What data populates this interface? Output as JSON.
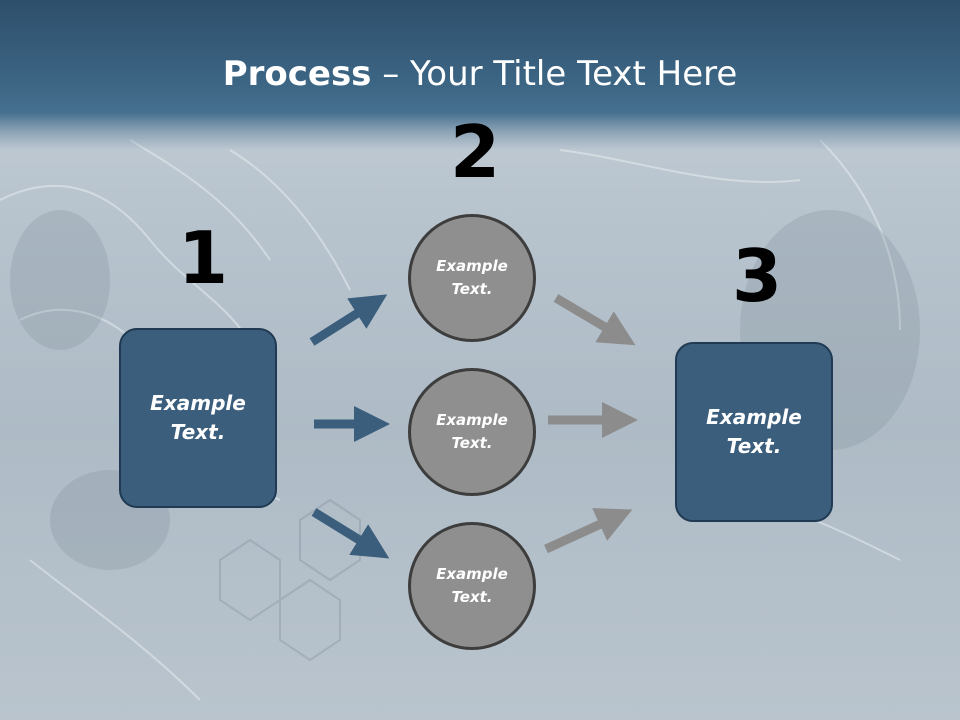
{
  "title": {
    "bold": "Process",
    "rest": " – Your Title Text Here"
  },
  "steps": [
    {
      "number": "1",
      "label": "Example Text."
    },
    {
      "number": "2",
      "items": [
        "Example Text.",
        "Example Text.",
        "Example Text."
      ]
    },
    {
      "number": "3",
      "label": "Example Text."
    }
  ],
  "colors": {
    "title_bar": "#3c6584",
    "box_fill": "#3b5e7d",
    "circle_fill": "#8f8f8f",
    "blue_arrow": "#3b5e7d",
    "gray_arrow": "#8c8c8c"
  }
}
